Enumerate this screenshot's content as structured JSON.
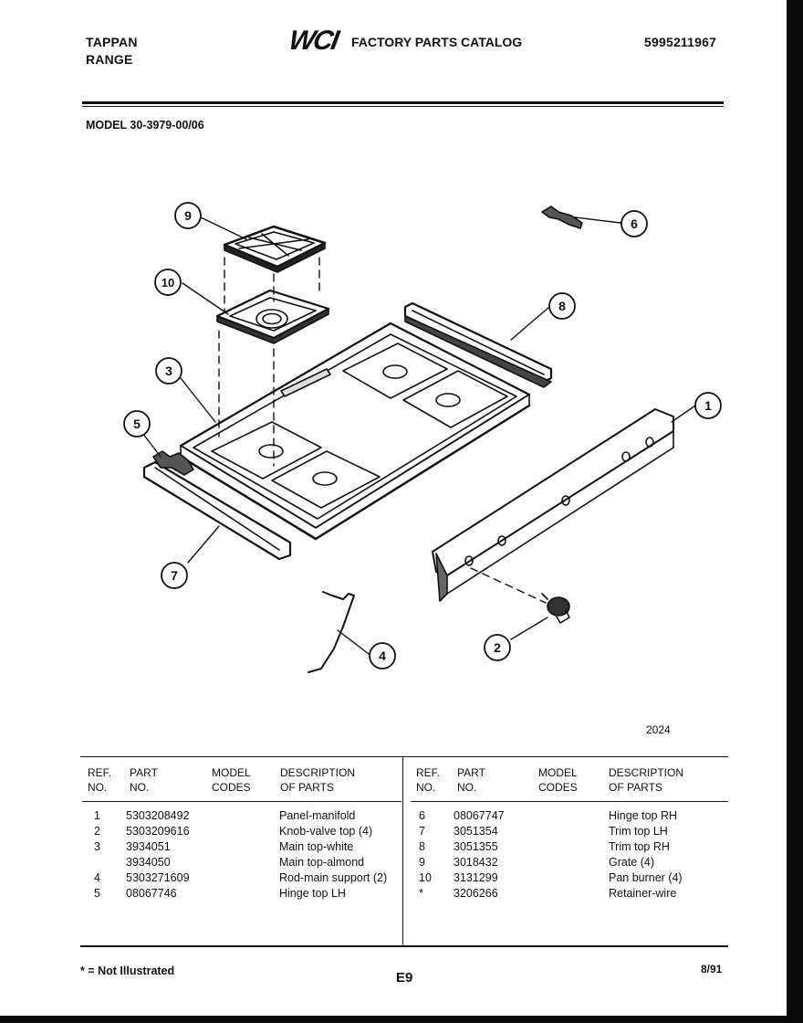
{
  "header": {
    "brand_line1": "TAPPAN",
    "brand_line2": "RANGE",
    "logo_text": "WCI",
    "catalog_title": "FACTORY PARTS CATALOG",
    "catalog_number": "5995211967"
  },
  "model_line": "MODEL 30-3979-00/06",
  "diagram": {
    "illustration_code": "2024",
    "callouts": [
      "1",
      "2",
      "3",
      "4",
      "5",
      "6",
      "7",
      "8",
      "9",
      "10"
    ]
  },
  "table": {
    "left_headers": {
      "ref": [
        "REF.",
        "NO."
      ],
      "part": [
        "PART",
        "NO."
      ],
      "model": [
        "MODEL",
        "CODES"
      ],
      "desc": [
        "DESCRIPTION",
        "OF PARTS"
      ]
    },
    "right_headers": {
      "ref": [
        "REF.",
        "NO."
      ],
      "part": [
        "PART",
        "NO."
      ],
      "model": [
        "MODEL",
        "CODES"
      ],
      "desc": [
        "DESCRIPTION",
        "OF PARTS"
      ]
    },
    "left_rows": [
      {
        "ref": "1",
        "part": "5303208492",
        "desc": "Panel-manifold"
      },
      {
        "ref": "2",
        "part": "5303209616",
        "desc": "Knob-valve top (4)"
      },
      {
        "ref": "3",
        "part": "3934051",
        "desc": "Main top-white"
      },
      {
        "ref": "",
        "part": "3934050",
        "desc": "Main top-almond"
      },
      {
        "ref": "4",
        "part": "5303271609",
        "desc": "Rod-main support (2)"
      },
      {
        "ref": "5",
        "part": "08067746",
        "desc": "Hinge top LH"
      }
    ],
    "right_rows": [
      {
        "ref": "6",
        "part": "08067747",
        "desc": "Hinge top RH"
      },
      {
        "ref": "7",
        "part": "3051354",
        "desc": "Trim top LH"
      },
      {
        "ref": "8",
        "part": "3051355",
        "desc": "Trim top RH"
      },
      {
        "ref": "9",
        "part": "3018432",
        "desc": "Grate (4)"
      },
      {
        "ref": "10",
        "part": "3131299",
        "desc": "Pan burner (4)"
      },
      {
        "ref": "*",
        "part": "3206266",
        "desc": "Retainer-wire"
      }
    ]
  },
  "footer": {
    "footnote": "* = Not Illustrated",
    "page_id": "E9",
    "date": "8/91"
  }
}
